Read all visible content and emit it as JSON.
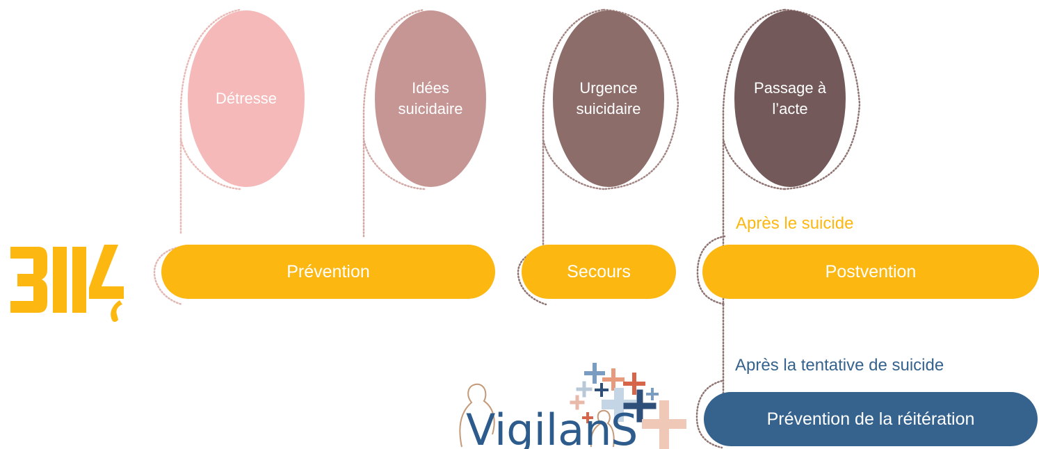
{
  "stages": [
    {
      "label": "Détresse",
      "color": "#f4b9b8"
    },
    {
      "label": "Idées\nsuicidaire",
      "color": "#c69695"
    },
    {
      "label": "Urgence\nsuicidaire",
      "color": "#8d6d6a"
    },
    {
      "label": "Passage à l’acte",
      "color": "#735959"
    }
  ],
  "phases": {
    "prevention": {
      "label": "Prévention",
      "color": "#fcb711"
    },
    "secours": {
      "label": "Secours",
      "color": "#fcb711"
    },
    "postvention": {
      "label": "Postvention",
      "color": "#fcb711"
    },
    "reiteration": {
      "label": "Prévention de la réitération",
      "color": "#35638e"
    }
  },
  "annotations": {
    "apres_suicide": "Après le suicide",
    "apres_tentative": "Après la tentative de suicide"
  },
  "logos": {
    "helpline": "3114",
    "vigilans": "VigilanS"
  },
  "colors": {
    "accent_yellow": "#fcb711",
    "accent_blue": "#35638e",
    "dotted_line": "#b89a96"
  }
}
